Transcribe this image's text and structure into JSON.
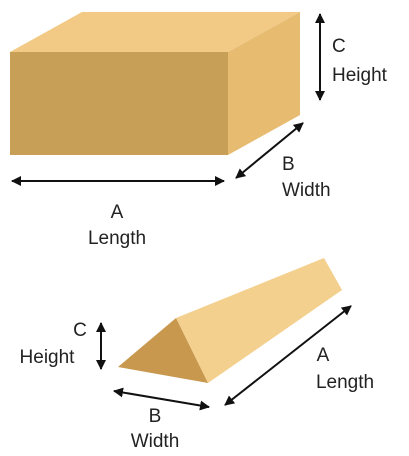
{
  "colors": {
    "box_front": "#c89f57",
    "box_top": "#f2ca85",
    "box_side": "#e7bb70",
    "prism_front": "#c8984f",
    "prism_top": "#f4d08e",
    "prism_bottom": "#b07f3a",
    "arrow": "#111111",
    "text": "#222222"
  },
  "box": {
    "height_letter": "C",
    "height_label": "Height",
    "width_letter": "B",
    "width_label": "Width",
    "length_letter": "A",
    "length_label": "Length"
  },
  "prism": {
    "height_letter": "C",
    "height_label": "Height",
    "width_letter": "B",
    "width_label": "Width",
    "length_letter": "A",
    "length_label": "Length"
  }
}
